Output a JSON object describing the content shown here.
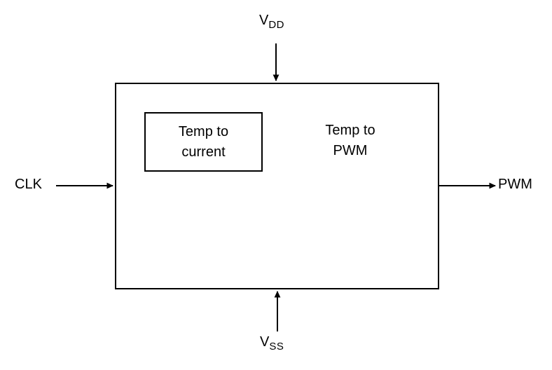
{
  "diagram": {
    "type": "block-diagram",
    "background_color": "#ffffff",
    "line_color": "#000000",
    "main_block": {
      "label": "Temp to\nPWM"
    },
    "inner_block": {
      "label": "Temp to\ncurrent"
    },
    "ports": {
      "top_supply": {
        "base": "V",
        "subscript": "DD",
        "direction": "input-top"
      },
      "bottom_supply": {
        "base": "V",
        "subscript": "SS",
        "direction": "input-bottom"
      },
      "left_input": {
        "label": "CLK",
        "direction": "input-left"
      },
      "right_output": {
        "label": "PWM",
        "direction": "output-right"
      }
    }
  }
}
